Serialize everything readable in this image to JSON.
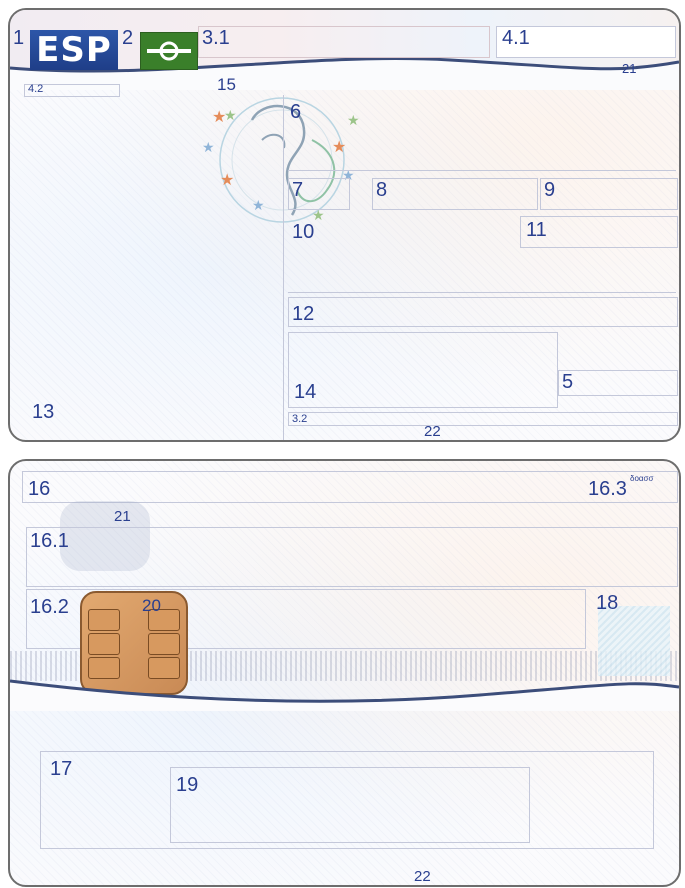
{
  "colors": {
    "label": "#2a3f8f",
    "frame": "#c4c8da",
    "country_code_bg": "#2d56a8",
    "flag_green": "#3a7f2a",
    "chip_gold": "#d49a62"
  },
  "front": {
    "labels": {
      "f1": "1",
      "country_code": "ESP",
      "f2": "2",
      "f3_1": "3.1",
      "f4_1": "4.1",
      "f21": "21",
      "f4_2": "4.2",
      "f15": "15",
      "f6": "6",
      "f7": "7",
      "f8": "8",
      "f9": "9",
      "f10": "10",
      "f11": "11",
      "f12": "12",
      "f14": "14",
      "f5": "5",
      "f13": "13",
      "f3_2": "3.2",
      "f22": "22"
    }
  },
  "back": {
    "labels": {
      "f16": "16",
      "f16_3": "16.3",
      "f16_3_sup": "δοασσ",
      "f21": "21",
      "f16_1": "16.1",
      "f16_2": "16.2",
      "f20": "20",
      "f18": "18",
      "f17": "17",
      "f19": "19",
      "f22": "22"
    }
  }
}
